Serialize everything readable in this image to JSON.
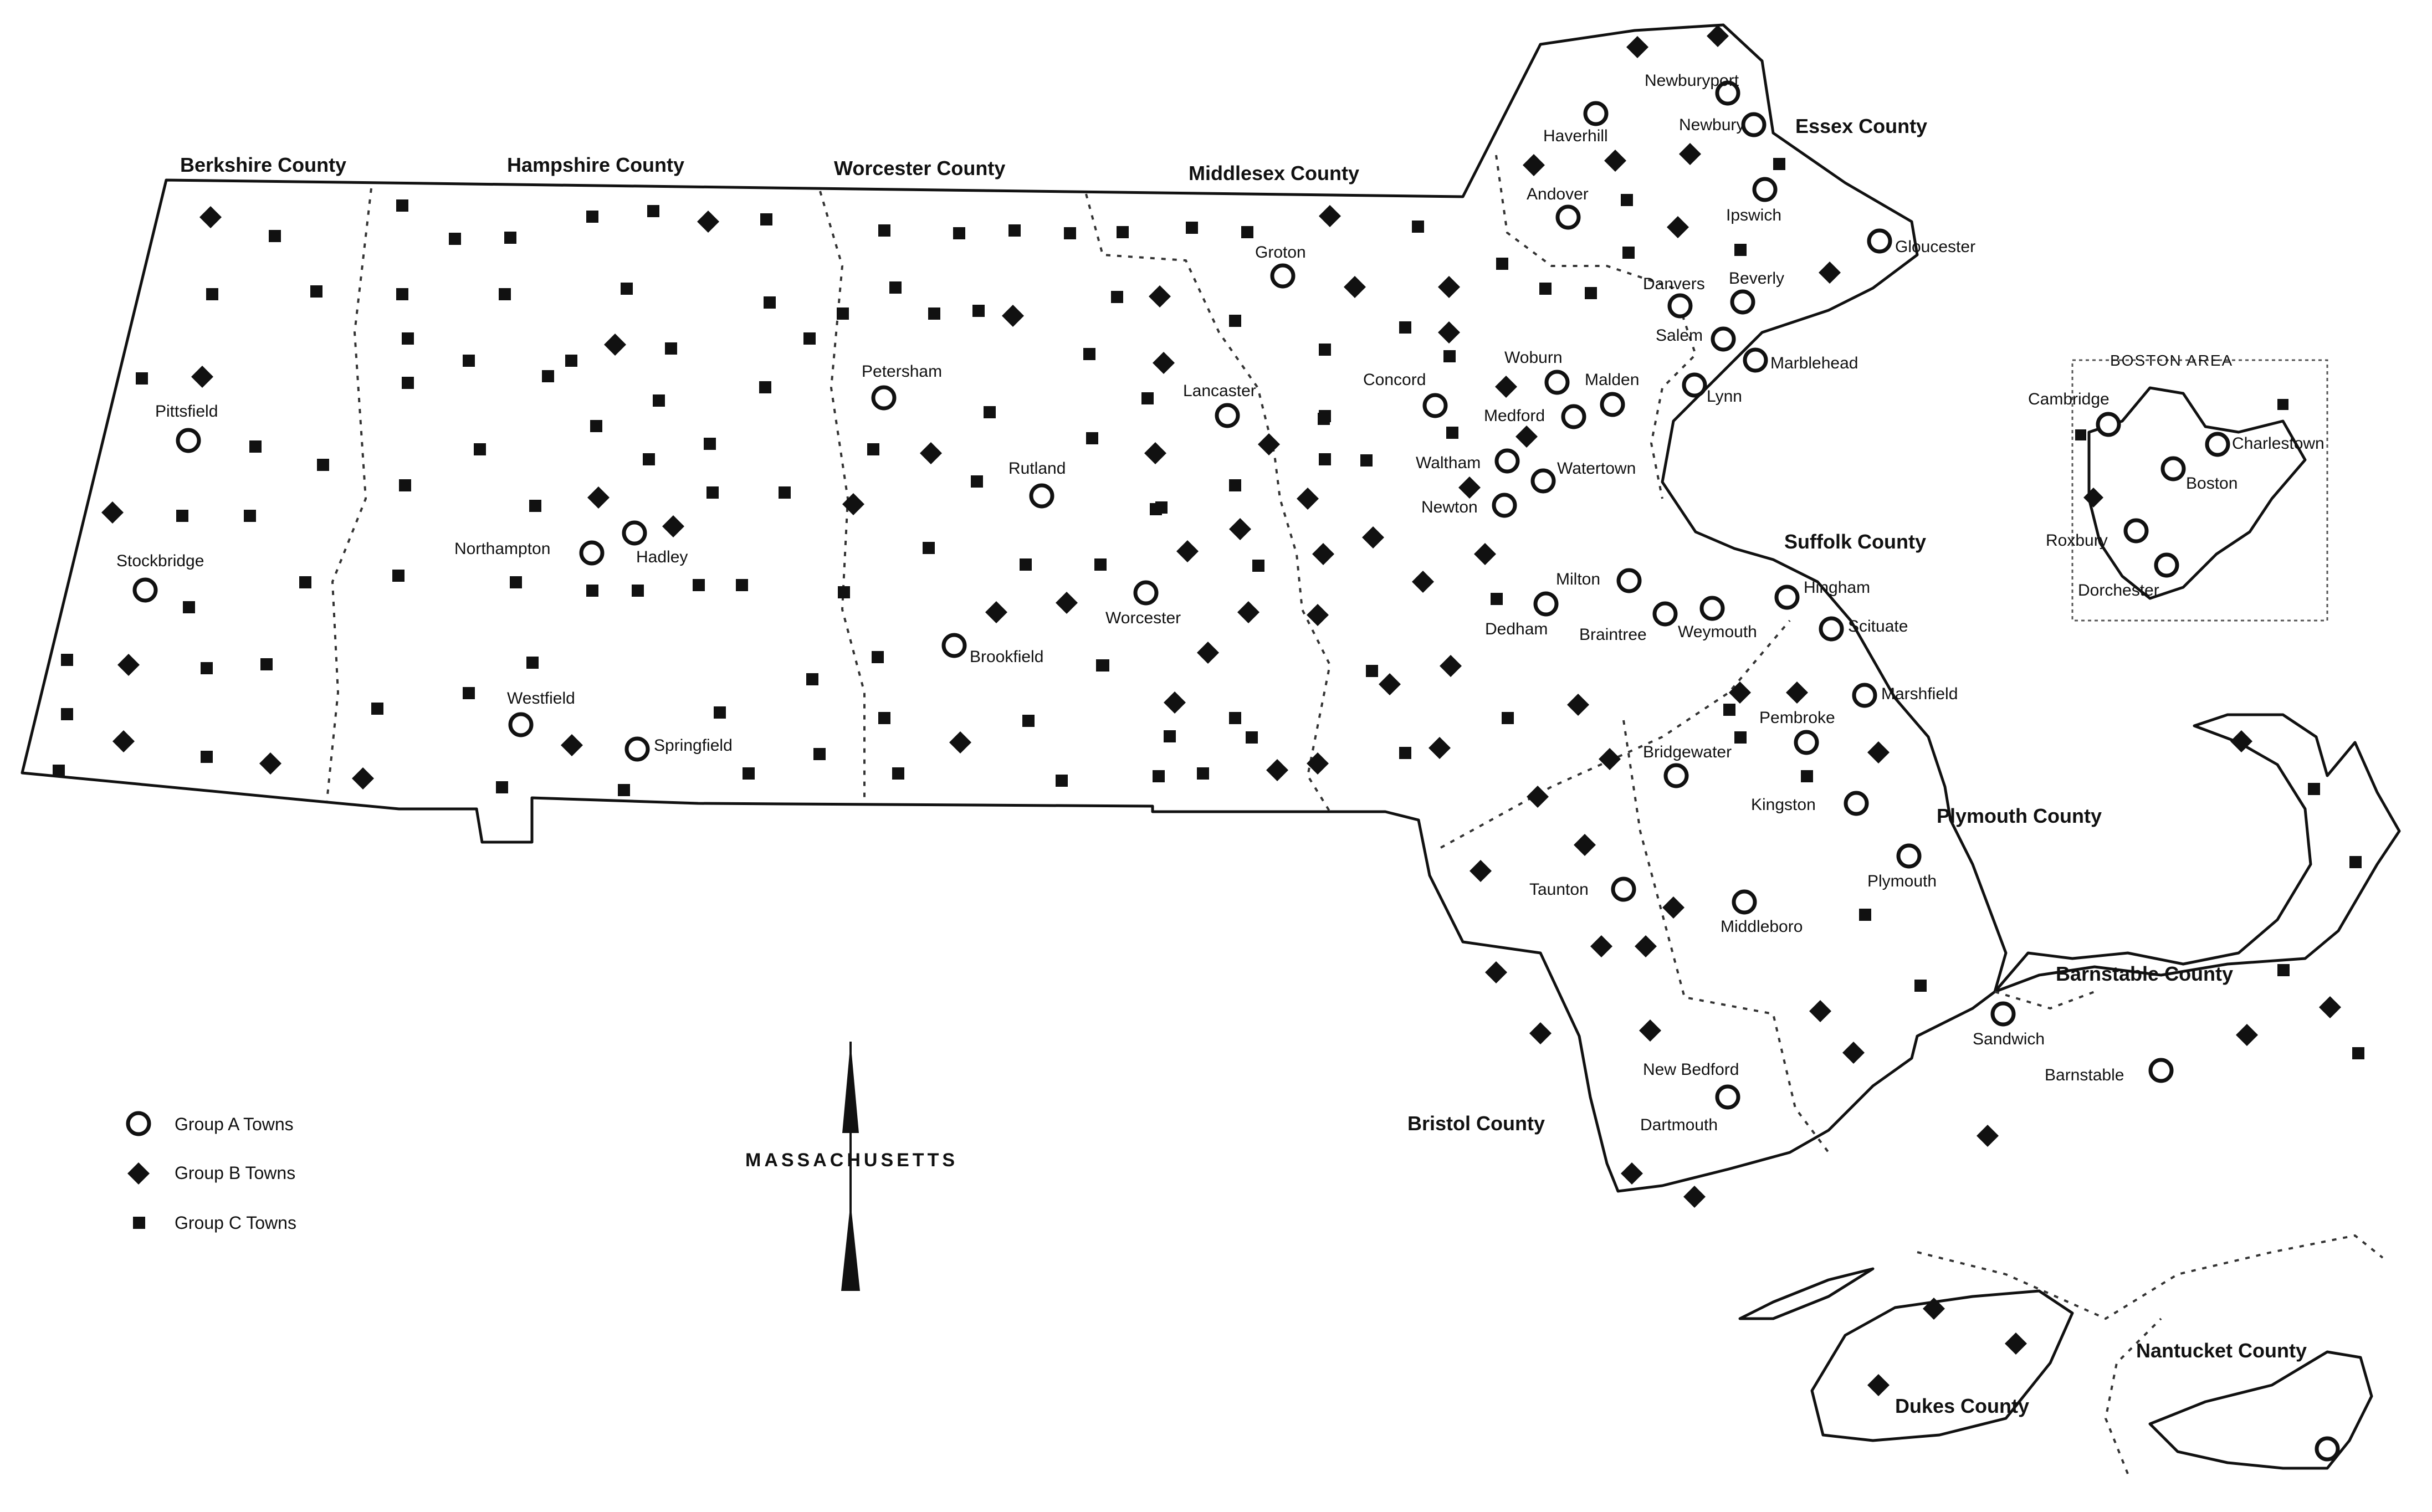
{
  "title": "MASSACHUSETTS",
  "legend": [
    {
      "key": "A",
      "label": "Group A Towns",
      "symbol": "open-circle-icon"
    },
    {
      "key": "B",
      "label": "Group B Towns",
      "symbol": "black-diamond-icon"
    },
    {
      "key": "C",
      "label": "Group C Towns",
      "symbol": "black-square-icon"
    }
  ],
  "inset_title": "BOSTON AREA",
  "colors": {
    "ink": "#111111",
    "paper": "#ffffff"
  },
  "counties": [
    "Berkshire County",
    "Hampshire County",
    "Worcester County",
    "Middlesex County",
    "Essex County",
    "Suffolk County",
    "Plymouth County",
    "Barnstable County",
    "Bristol County",
    "Dukes County",
    "Nantucket County"
  ],
  "group_a_towns": [
    "Pittsfield",
    "Stockbridge",
    "Northampton",
    "Hadley",
    "Westfield",
    "Springfield",
    "Petersham",
    "Rutland",
    "Brookfield",
    "Worcester",
    "Lancaster",
    "Groton",
    "Concord",
    "Woburn",
    "Malden",
    "Medford",
    "Waltham",
    "Watertown",
    "Newton",
    "Haverhill",
    "Newburyport",
    "Newbury",
    "Andover",
    "Ipswich",
    "Gloucester",
    "Danvers",
    "Beverly",
    "Salem",
    "Marblehead",
    "Lynn",
    "Milton",
    "Dedham",
    "Braintree",
    "Weymouth",
    "Hingham",
    "Scituate",
    "Marshfield",
    "Pembroke",
    "Bridgewater",
    "Kingston",
    "Plymouth",
    "Taunton",
    "Middleboro",
    "New Bedford",
    "Dartmouth",
    "Sandwich",
    "Barnstable",
    "Cambridge",
    "Charlestown",
    "Boston",
    "Roxbury",
    "Dorchester"
  ]
}
